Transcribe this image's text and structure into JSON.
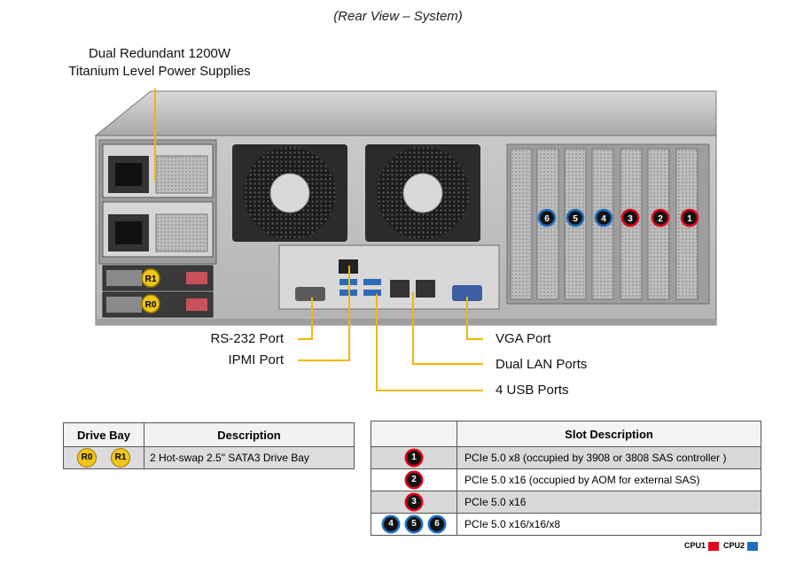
{
  "title": "(Rear View – System)",
  "callouts": {
    "psu_line1": "Dual Redundant  1200W",
    "psu_line2": "Titanium Level Power Supplies",
    "rs232": "RS-232 Port",
    "ipmi": "IPMI  Port",
    "vga": "VGA Port",
    "dual_lan": "Dual LAN Ports",
    "usb": "4 USB Ports"
  },
  "chassis_badges": {
    "r1": "R1",
    "r0": "R0",
    "slots": [
      "6",
      "5",
      "4",
      "3",
      "2",
      "1"
    ]
  },
  "drive_table": {
    "headers": [
      "Drive Bay",
      "Description"
    ],
    "badges": [
      "R0",
      "R1"
    ],
    "description": "2 Hot-swap 2.5\" SATA3 Drive  Bay"
  },
  "slot_table": {
    "header": "Slot Description",
    "rows": [
      {
        "badges": [
          "1"
        ],
        "text": "PCIe 5.0 x8 (occupied by 3908 or 3808 SAS controller  )"
      },
      {
        "badges": [
          "2"
        ],
        "text": "PCIe 5.0 x16 (occupied by AOM for external SAS)"
      },
      {
        "badges": [
          "3"
        ],
        "text": "PCIe 5.0 x16"
      },
      {
        "badges": [
          "4",
          "5",
          "6"
        ],
        "text": "PCIe 5.0 x16/x16/x8"
      }
    ]
  },
  "legend": {
    "cpu1": "CPU1",
    "cpu2": "CPU2",
    "cpu1_color": "#e3001b",
    "cpu2_color": "#1e6fc2"
  },
  "colors": {
    "callout_line": "#f2b705",
    "cpu1": "#e3001b",
    "cpu2": "#1e6fc2"
  }
}
